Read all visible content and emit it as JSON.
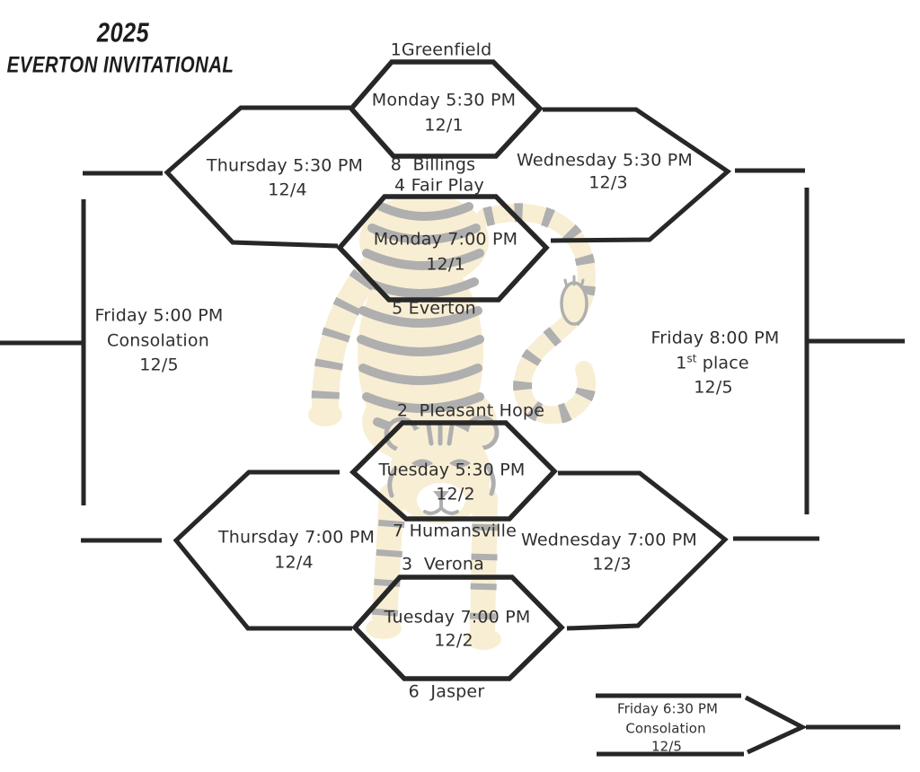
{
  "title": {
    "year": "2025",
    "name": "EVERTON INVITATIONAL"
  },
  "colors": {
    "background": "#ffffff",
    "line": "#272727",
    "text": "#2f2f2f",
    "title_text": "#1d1d1d",
    "tiger_body": "#eed796",
    "tiger_stripe": "#3a3a3a"
  },
  "watermark": "tiger-logo",
  "teams": {
    "t1": {
      "seed": "1",
      "name": "Greenfield",
      "display": "1Greenfield"
    },
    "t8": {
      "seed": "8",
      "name": "Billings",
      "display": "8  Billings"
    },
    "t4": {
      "seed": "4",
      "name": "Fair Play",
      "display": "4 Fair Play"
    },
    "t5": {
      "seed": "5",
      "name": "Everton",
      "display": "5 Everton"
    },
    "t2": {
      "seed": "2",
      "name": "Pleasant Hope",
      "display": "2  Pleasant Hope"
    },
    "t7": {
      "seed": "7",
      "name": "Humansville",
      "display": "7 Humansville"
    },
    "t3": {
      "seed": "3",
      "name": "Verona",
      "display": "3  Verona"
    },
    "t6": {
      "seed": "6",
      "name": "Jasper",
      "display": "6  Jasper"
    }
  },
  "games": {
    "mon530": {
      "time": "Monday 5:30 PM",
      "date": "12/1"
    },
    "mon700": {
      "time": "Monday 7:00 PM",
      "date": "12/1"
    },
    "tue530": {
      "time": "Tuesday 5:30 PM",
      "date": "12/2"
    },
    "tue700": {
      "time": "Tuesday 7:00 PM",
      "date": "12/2"
    },
    "wed530": {
      "time": "Wednesday 5:30 PM",
      "date": "12/3"
    },
    "wed700": {
      "time": "Wednesday 7:00 PM",
      "date": "12/3"
    },
    "thu530": {
      "time": "Thursday 5:30 PM",
      "date": "12/4"
    },
    "thu700": {
      "time": "Thursday 7:00 PM",
      "date": "12/4"
    },
    "fri500": {
      "time": "Friday 5:00 PM",
      "label": "Consolation",
      "date": "12/5"
    },
    "fri630": {
      "time": "Friday 6:30 PM",
      "label": "Consolation",
      "date": "12/5"
    },
    "fri800": {
      "time": "Friday 8:00 PM",
      "place_num": "1",
      "place_sup": "st",
      "place_rest": " place",
      "date": "12/5"
    }
  }
}
